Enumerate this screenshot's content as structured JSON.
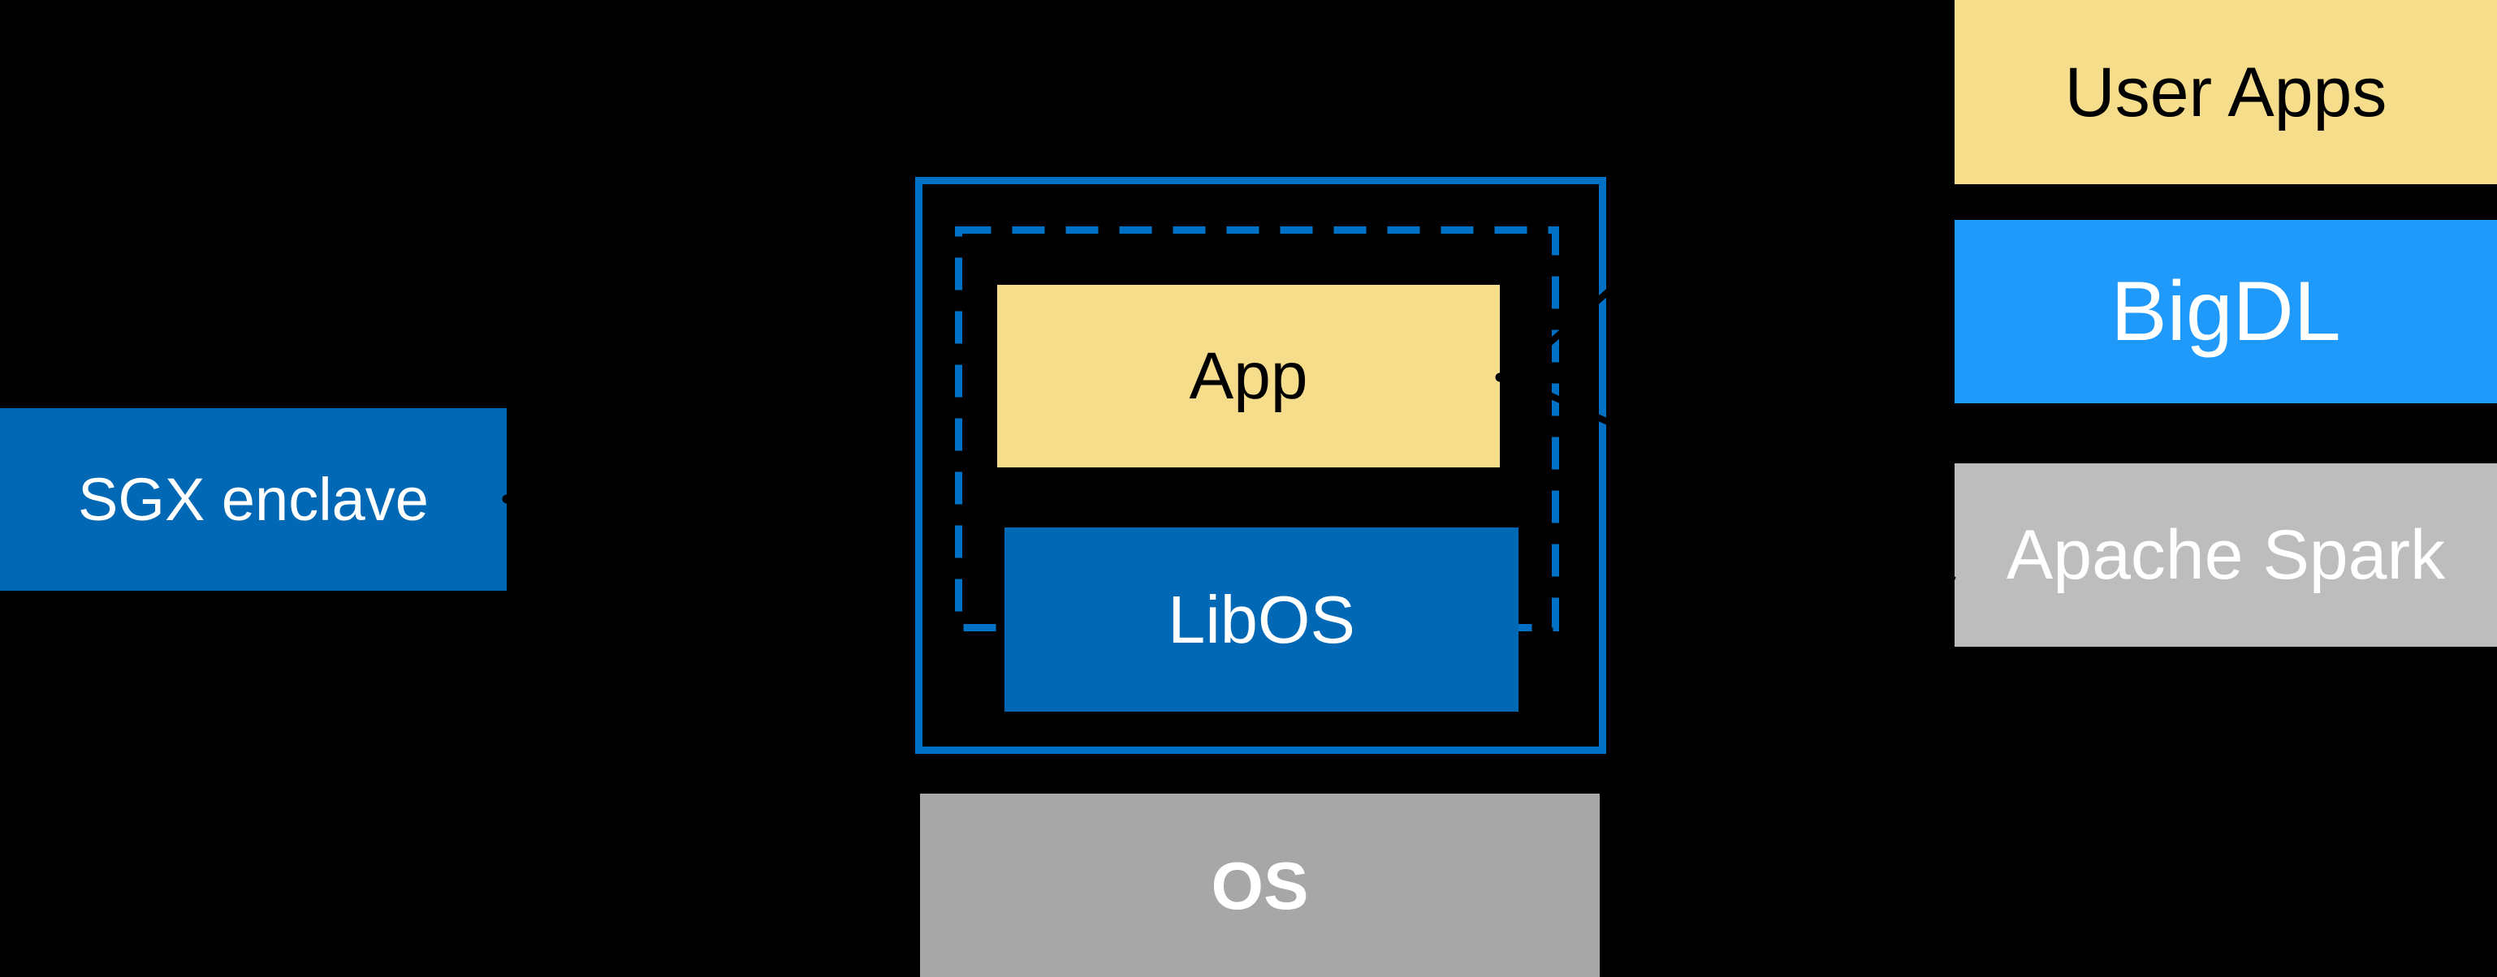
{
  "labels": {
    "sgx": "SGX enclave",
    "app": "App",
    "libos": "LibOS",
    "os": "OS",
    "user_apps": "User Apps",
    "bigdl": "BigDL",
    "spark": "Apache Spark"
  },
  "colors": {
    "canvas_bg": "#000000",
    "intel_blue": "#0068B5",
    "border_blue": "#0071C5",
    "bigdl_blue": "#1F9AFA",
    "app_yellow": "#F6DD8C",
    "os_gray": "#A7A7A7",
    "spark_gray": "#BDBDBD",
    "text_light": "#FFFFFF",
    "text_dark": "#000000",
    "connector_black": "#000000"
  }
}
